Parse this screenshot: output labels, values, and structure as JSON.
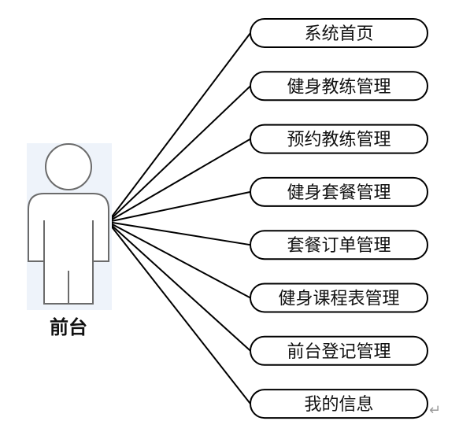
{
  "actor": {
    "label": "前台",
    "icon": "user-actor-icon"
  },
  "use_cases": [
    "系统首页",
    "健身教练管理",
    "预约教练管理",
    "健身套餐管理",
    "套餐订单管理",
    "健身课程表管理",
    "前台登记管理",
    "我的信息"
  ],
  "colors": {
    "stroke": "#000000",
    "actor_stroke": "#6b6b6b",
    "actor_shadow": "#dfe8f4"
  }
}
